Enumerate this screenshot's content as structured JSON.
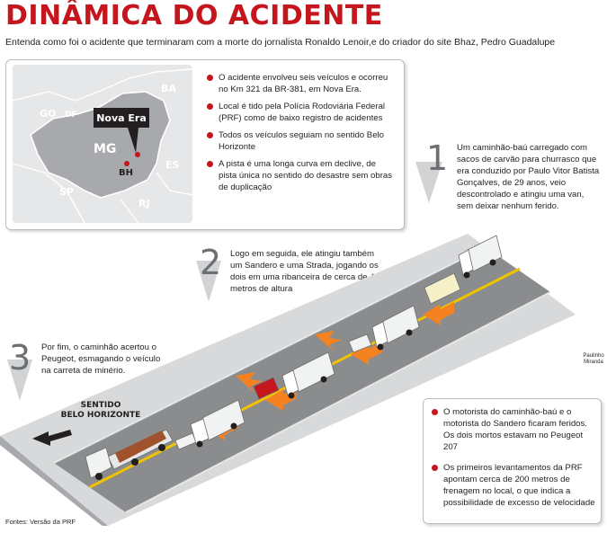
{
  "title": "DINÂMICA DO ACIDENTE",
  "subtitle": "Entenda como foi o acidente que terminaram com a morte do jornalista Ronaldo Lenoir,e do criador do site Bhaz, Pedro Guadalupe",
  "map": {
    "callout": "Nova Era",
    "state_main": "MG",
    "city": "BH",
    "states": [
      "BA",
      "GO",
      "DF",
      "ES",
      "SP",
      "RJ"
    ]
  },
  "info_bullets": [
    "O acidente envolveu seis veículos e ocorreu no Km 321 da BR-381, em Nova Era.",
    "Local é tido pela Polícia Rodoviária Federal (PRF) como de baixo registro de acidentes",
    "Todos os veículos seguiam no sentido Belo Horizonte",
    "A pista é uma longa curva em declive, de pista única no sentido do desastre sem obras de duplicação"
  ],
  "steps": [
    {
      "number": "1",
      "text": "Um caminhão-baú carregado com sacos de carvão para churrasco que era conduzido por Paulo Vitor Batista Gonçalves, de 29 anos, veio descontrolado e atingiu uma van, sem deixar nenhum ferido."
    },
    {
      "number": "2",
      "text": "Logo em seguida, ele atingiu também um Sandero e uma Strada, jogando os dois em uma ribanceira de cerca de 40 metros de altura"
    },
    {
      "number": "3",
      "text": "Por fim, o caminhão acertou o Peugeot, esmagando o veículo na carreta de minério."
    }
  ],
  "direction_label": "SENTIDO\nBELO HORIZONTE",
  "bottom_bullets": [
    "O motorista do caminhão-baú e o motorista do Sandero ficaram feridos. Os dois mortos estavam no Peugeot 207",
    "Os primeiros levantamentos da PRF apontam cerca de 200 metros de frenagem no local, o que indica a possibilidade de excesso de velocidade"
  ],
  "signature": "Paulinho\nMiranda",
  "source": "Fontes: Versão da PRF",
  "colors": {
    "accent": "#c4161c",
    "arrow": "#f58220",
    "road": "#8a8c8e",
    "shoulder": "#cfd0d2",
    "stripe": "#f2c200"
  }
}
